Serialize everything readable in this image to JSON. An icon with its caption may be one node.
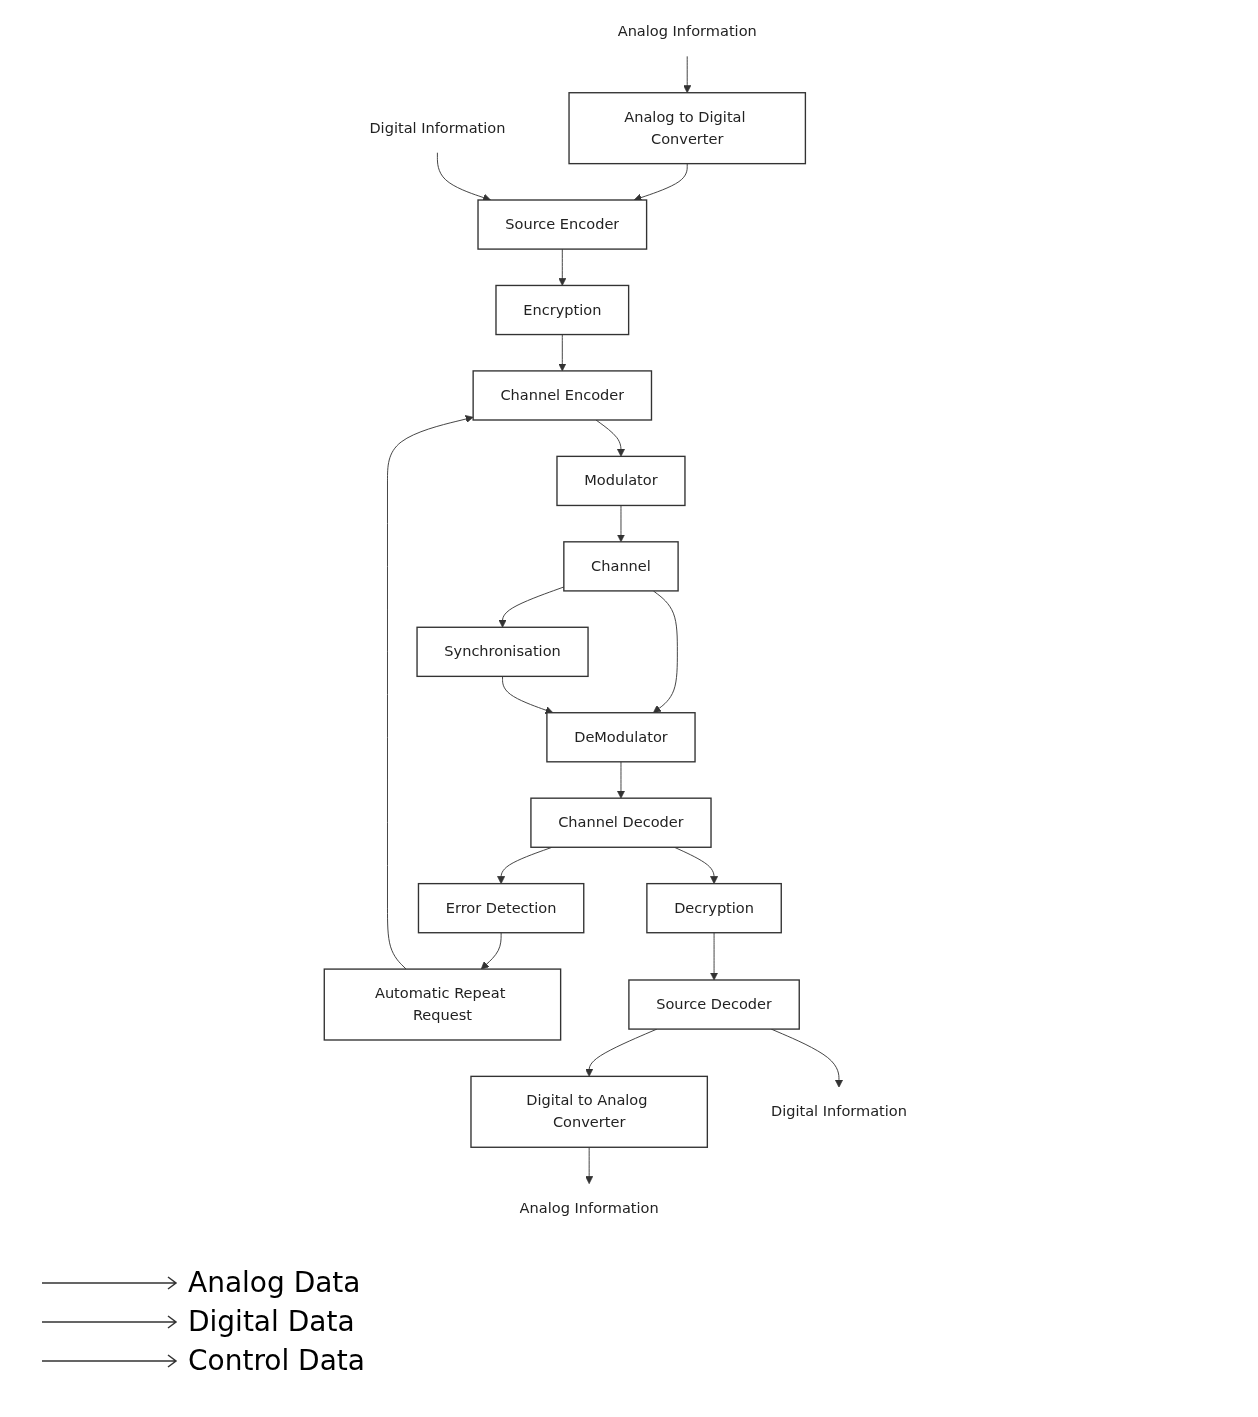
{
  "diagram": {
    "nodes": [
      {
        "text": [
          "Analog Information"
        ]
      },
      {
        "text": [
          "Digital Information"
        ]
      },
      {
        "text": [
          "Analog to Digital Converter"
        ]
      },
      {
        "text": [
          "Source Encoder"
        ]
      },
      {
        "text": [
          "Encryption"
        ]
      },
      {
        "text": [
          "Channel Encoder"
        ]
      },
      {
        "text": [
          "Modulator"
        ]
      },
      {
        "text": [
          "Channel"
        ]
      },
      {
        "text": [
          "DeModulator"
        ]
      },
      {
        "text": [
          "Synchronisation"
        ]
      },
      {
        "text": [
          "Channel Decoder"
        ]
      },
      {
        "text": [
          "Error Detection"
        ]
      },
      {
        "text": [
          "Automatic Repeat Request"
        ]
      },
      {
        "text": [
          "Decryption"
        ]
      },
      {
        "text": [
          "Source Decoder"
        ]
      },
      {
        "text": [
          "Digital to Analog Converter"
        ]
      },
      {
        "text": [
          "Digital Information"
        ]
      },
      {
        "text": [
          "Analog Information"
        ]
      }
    ],
    "edges": [
      {
        "from": 0,
        "to": 2,
        "arrow": "to"
      },
      {
        "from": 2,
        "to": 3,
        "arrow": "to"
      },
      {
        "from": 1,
        "to": 3,
        "arrow": "to"
      },
      {
        "from": 3,
        "to": 4,
        "arrow": "to"
      },
      {
        "from": 4,
        "to": 5,
        "arrow": "to"
      },
      {
        "from": 5,
        "to": 6,
        "arrow": "to"
      },
      {
        "from": 6,
        "to": 7,
        "arrow": "to"
      },
      {
        "from": 7,
        "to": 8,
        "arrow": "to"
      },
      {
        "from": 7,
        "to": 9,
        "arrow": "to"
      },
      {
        "from": 9,
        "to": 8,
        "arrow": "to"
      },
      {
        "from": 8,
        "to": 10,
        "arrow": "to"
      },
      {
        "from": 10,
        "to": 11,
        "arrow": "to"
      },
      {
        "from": 11,
        "to": 12,
        "arrow": "to"
      },
      {
        "from": 12,
        "to": 5,
        "arrow": "to"
      },
      {
        "from": 10,
        "to": 13,
        "arrow": "to"
      },
      {
        "from": 13,
        "to": 14,
        "arrow": "to"
      },
      {
        "from": 14,
        "to": 15,
        "arrow": "to"
      },
      {
        "from": 14,
        "to": 16,
        "arrow": "to"
      },
      {
        "from": 15,
        "to": 17,
        "arrow": "to"
      }
    ],
    "legend": [
      {
        "text": "Analog Data"
      },
      {
        "text": "Digital Data"
      },
      {
        "text": "Control Data"
      }
    ]
  }
}
